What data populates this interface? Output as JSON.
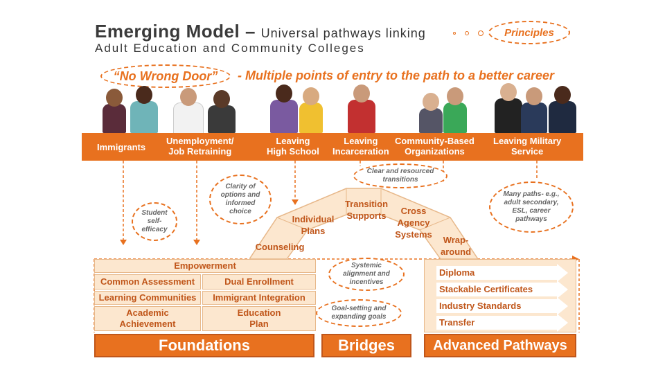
{
  "header": {
    "title_bold": "Emerging Model –",
    "title_rest": "Universal pathways linking",
    "subtitle": "Adult Education and Community Colleges",
    "principles": "Principles"
  },
  "tagline": {
    "quote": "“No Wrong Door”",
    "rest": "- Multiple points of entry to the path to a better career"
  },
  "entry_points": [
    {
      "line1": "Immigrants",
      "line2": ""
    },
    {
      "line1": "Unemployment/",
      "line2": "Job Retraining"
    },
    {
      "line1": "Leaving",
      "line2": "High School"
    },
    {
      "line1": "Leaving",
      "line2": "Incarceration"
    },
    {
      "line1": "Community-Based",
      "line2": "Organizations"
    },
    {
      "line1": "Leaving Military",
      "line2": "Service"
    }
  ],
  "bubbles": {
    "clear_transitions": "Clear and resourced transitions",
    "clarity_options": "Clarity of options and informed choice",
    "self_efficacy": "Student self-efficacy",
    "many_paths": "Many paths- e.g., adult secondary, ESL, career pathways",
    "systemic_alignment": "Systemic alignment and incentives",
    "goal_setting": "Goal-setting and expanding goals"
  },
  "arch": {
    "counseling": "Counseling",
    "individual_plans": "Individual Plans",
    "transition_supports": "Transition Supports",
    "cross_agency": "Cross Agency Systems",
    "wraparound": "Wrap- around"
  },
  "foundations": {
    "empowerment": "Empowerment",
    "common_assessment": "Common Assessment",
    "dual_enrollment": "Dual Enrollment",
    "learning_communities": "Learning Communities",
    "immigrant_integration": "Immigrant Integration",
    "academic_achievement": "Academic Achievement",
    "education_plan": "Education Plan"
  },
  "advanced": [
    "Diploma",
    "Stackable Certificates",
    "Industry Standards",
    "Transfer"
  ],
  "base": {
    "foundations": "Foundations",
    "bridges": "Bridges",
    "advanced_pathways": "Advanced Pathways"
  },
  "colors": {
    "accent": "#e8711f",
    "accent_dark": "#c0561a",
    "cell_fill": "#fce7cf"
  }
}
